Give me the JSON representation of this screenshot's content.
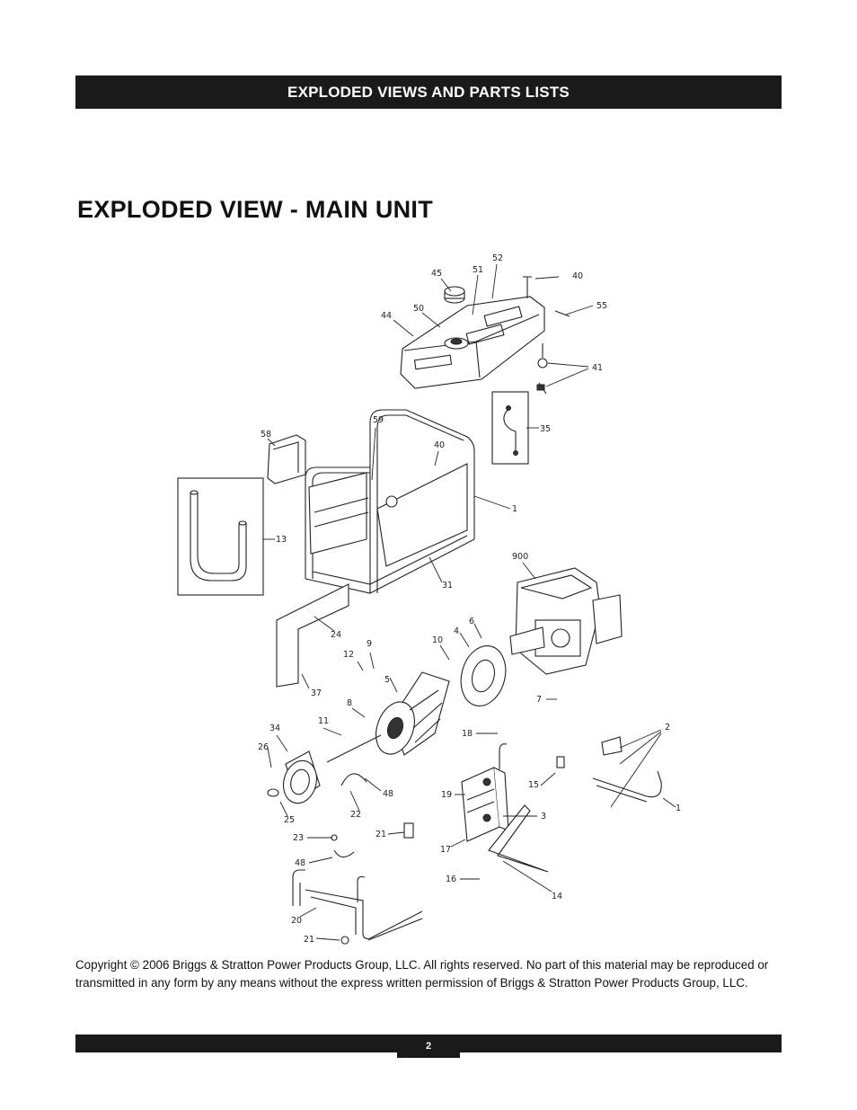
{
  "header": {
    "section_title": "EXPLODED VIEWS AND PARTS LISTS"
  },
  "page_title": "EXPLODED VIEW - MAIN UNIT",
  "diagram": {
    "callouts": [
      "45",
      "51",
      "52",
      "40",
      "55",
      "44",
      "50",
      "41",
      "35",
      "58",
      "59",
      "40",
      "1",
      "13",
      "31",
      "900",
      "24",
      "6",
      "4",
      "10",
      "9",
      "12",
      "5",
      "37",
      "8",
      "34",
      "11",
      "26",
      "7",
      "2",
      "18",
      "15",
      "1",
      "48",
      "19",
      "22",
      "3",
      "25",
      "21",
      "17",
      "23",
      "48",
      "16",
      "14",
      "20",
      "21"
    ]
  },
  "copyright": "Copyright © 2006 Briggs & Stratton Power Products Group, LLC.  All rights reserved.  No part of this material may be reproduced or transmitted in any form by any means without the express written permission of Briggs & Stratton Power Products Group, LLC.",
  "footer": {
    "page_number": "2"
  }
}
